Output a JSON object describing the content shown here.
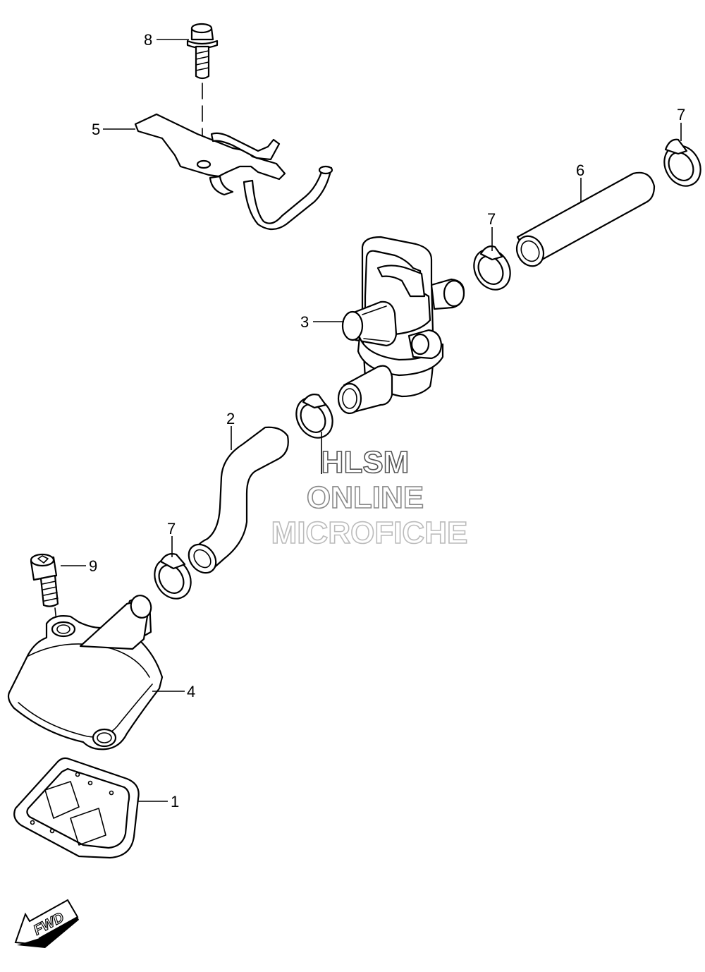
{
  "callouts": {
    "c1": "1",
    "c2": "2",
    "c3": "3",
    "c4": "4",
    "c5": "5",
    "c6": "6",
    "c7a": "7",
    "c7b": "7",
    "c7c": "7",
    "c8": "8",
    "c9": "9"
  },
  "watermark": {
    "line1": "HLSM",
    "line2": "ONLINE",
    "line3": "MICROFICHE"
  },
  "fwd_label": "FWD"
}
